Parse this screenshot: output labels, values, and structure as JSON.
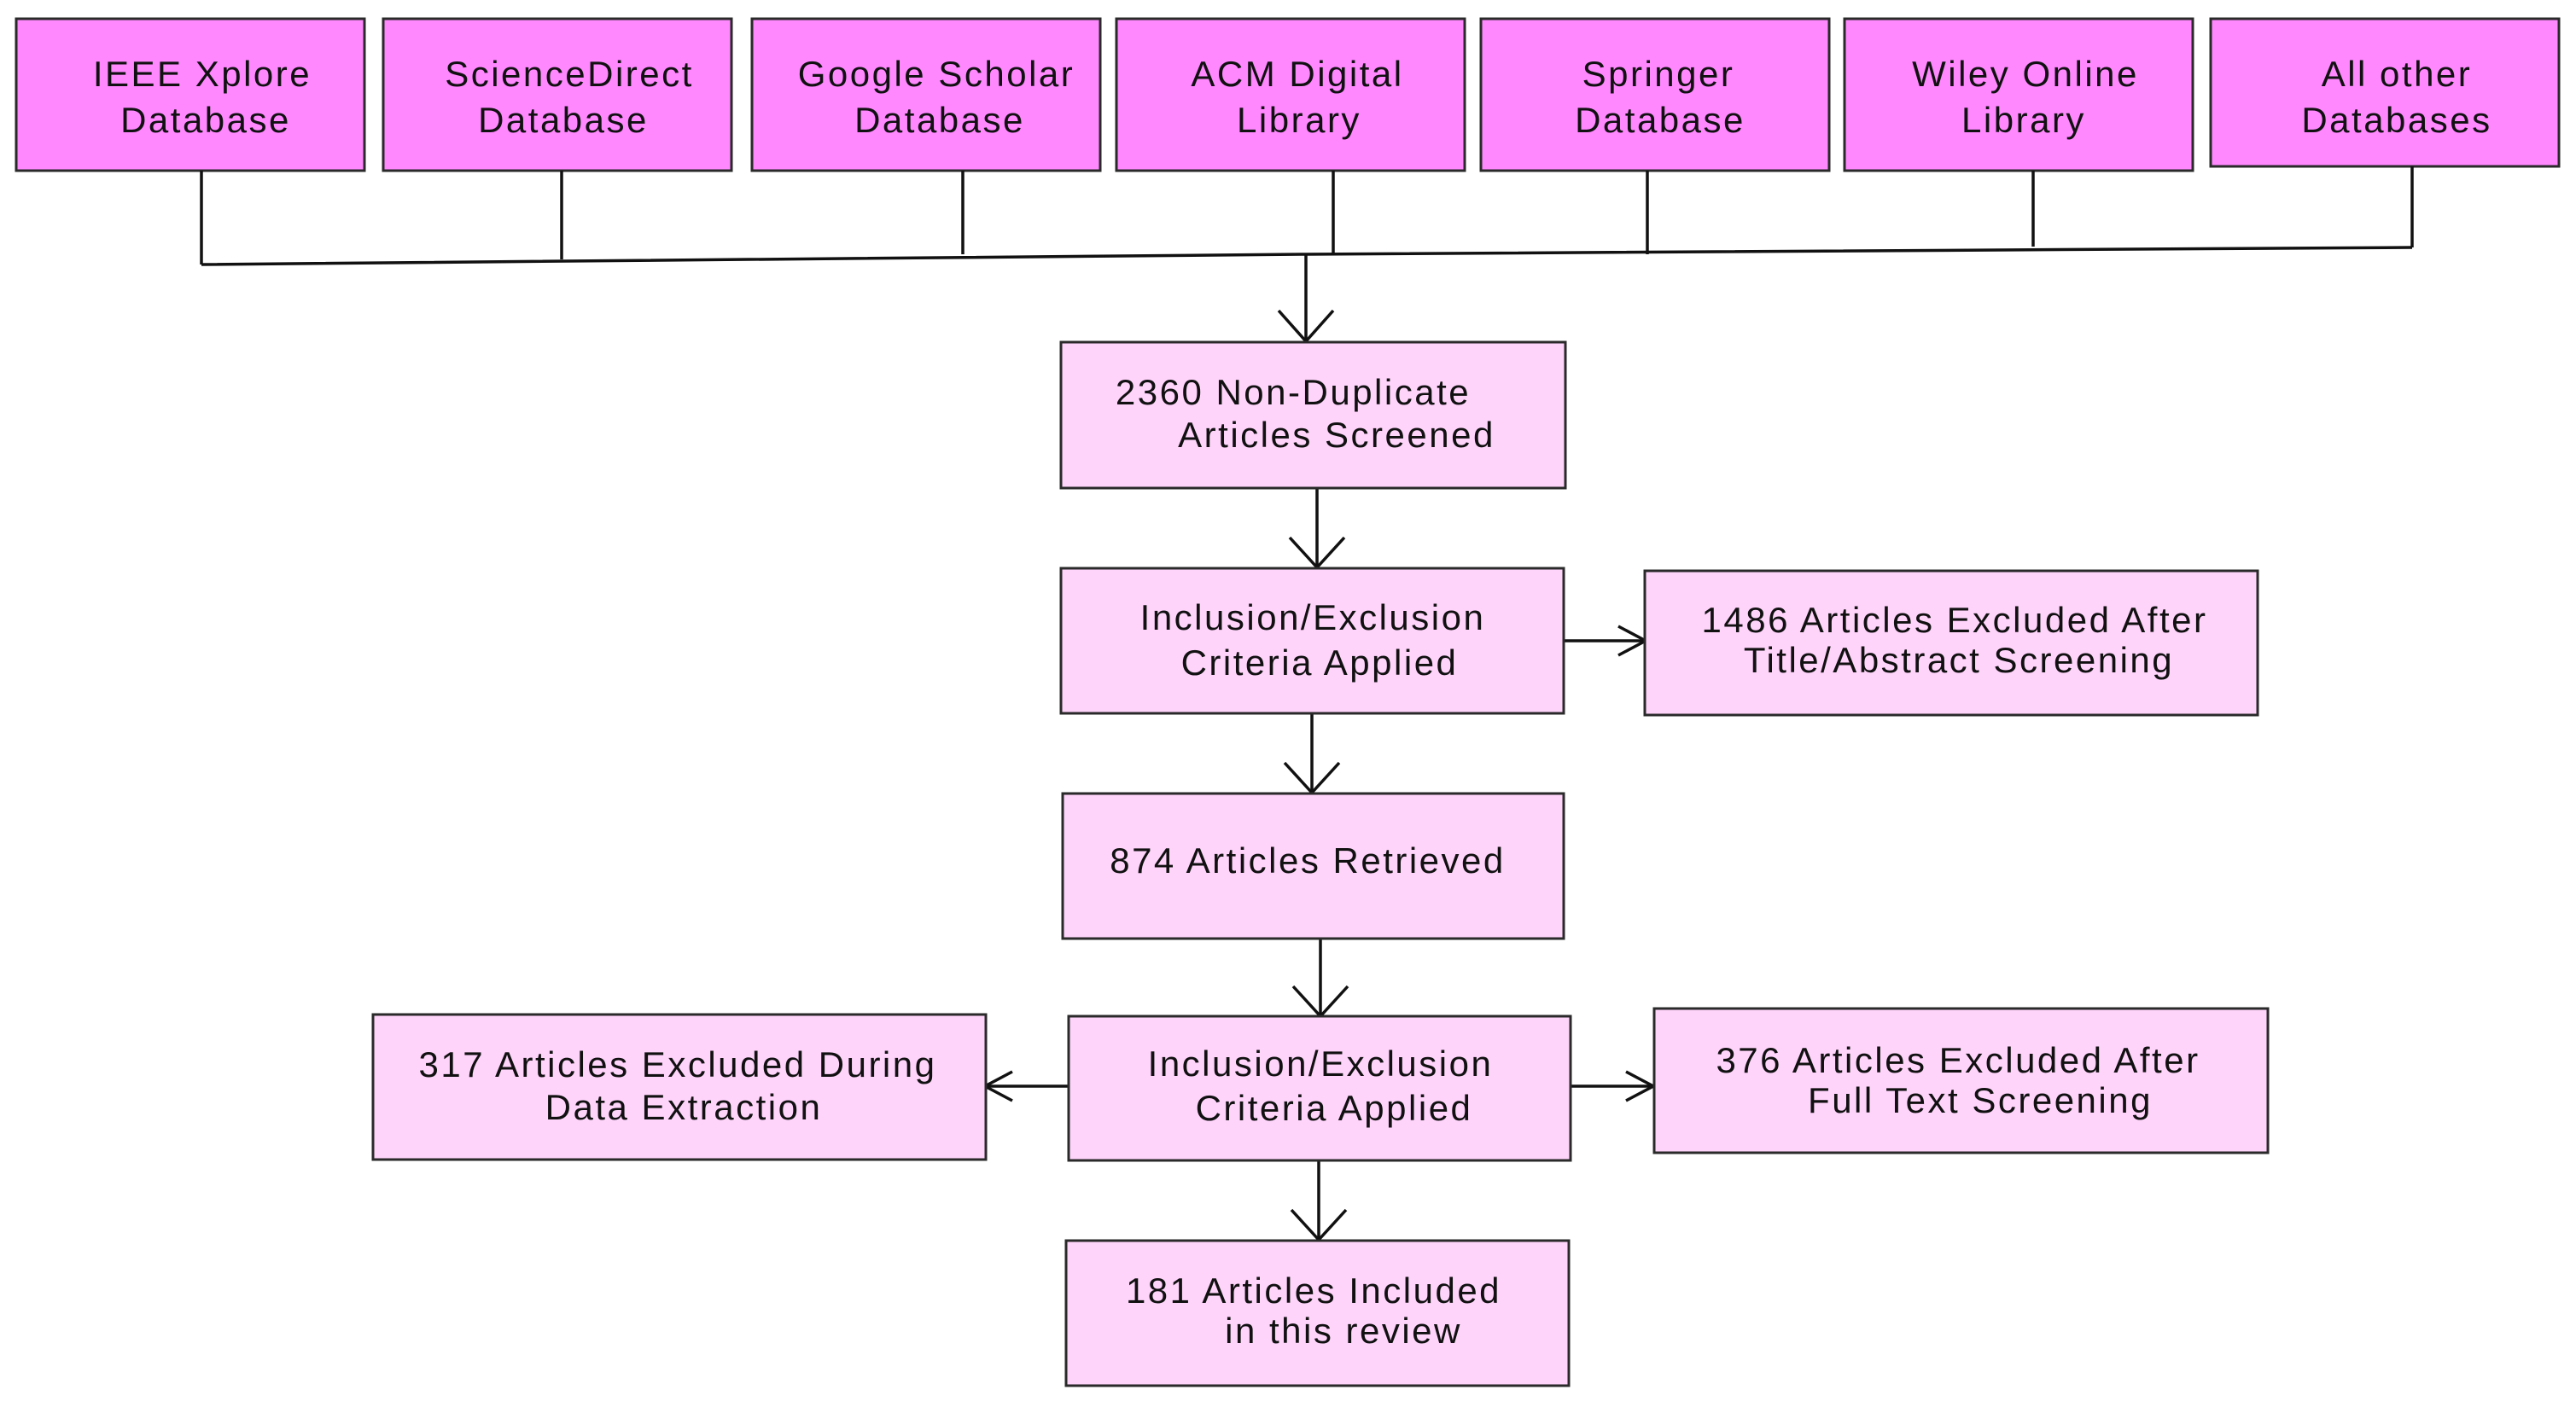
{
  "colors": {
    "source_fill": "#ff88ff",
    "step_fill": "#ffd4fb",
    "border": "#2a2a2a",
    "line": "#111111",
    "text": "#111111"
  },
  "sources": [
    {
      "line1": "IEEE Xplore",
      "line2": "Database"
    },
    {
      "line1": "ScienceDirect",
      "line2": "Database"
    },
    {
      "line1": "Google Scholar",
      "line2": "Database"
    },
    {
      "line1": "ACM Digital",
      "line2": "Library"
    },
    {
      "line1": "Springer",
      "line2": "Database"
    },
    {
      "line1": "Wiley Online",
      "line2": "Library"
    },
    {
      "line1": "All other",
      "line2": "Databases"
    }
  ],
  "steps": {
    "screened": {
      "line1": "2360 Non-Duplicate",
      "line2": "Articles Screened"
    },
    "criteria_1": {
      "line1": "Inclusion/Exclusion",
      "line2": "Criteria Applied"
    },
    "excluded_title": {
      "line1": "1486 Articles Excluded After",
      "line2": "Title/Abstract Screening"
    },
    "retrieved": {
      "line1": "874 Articles Retrieved"
    },
    "criteria_2": {
      "line1": "Inclusion/Exclusion",
      "line2": "Criteria Applied"
    },
    "excluded_extraction": {
      "line1": "317 Articles Excluded During",
      "line2": "Data Extraction"
    },
    "excluded_fulltext": {
      "line1": "376 Articles Excluded After",
      "line2": "Full Text Screening"
    },
    "included": {
      "line1": "181 Articles Included",
      "line2": "in this review"
    }
  }
}
